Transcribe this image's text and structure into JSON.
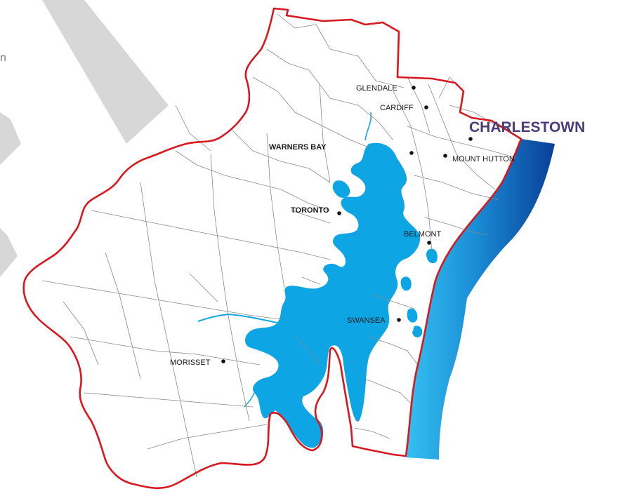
{
  "colors": {
    "boundary": "#d7181f",
    "lake": "#0ea5e4",
    "ocean_light": "#22b3ea",
    "ocean_dark": "#0a4fa3",
    "suburb_lines": "#8a8a8a",
    "watermark": "#d3d3d3",
    "highlight_label": "#4b3d7a"
  },
  "places": [
    {
      "id": "glendale",
      "label": "GLENDALE",
      "style": "normal"
    },
    {
      "id": "cardiff",
      "label": "CARDIFF",
      "style": "normal"
    },
    {
      "id": "charlestown",
      "label": "CHARLESTOWN",
      "style": "highlight"
    },
    {
      "id": "warners-bay",
      "label": "WARNERS BAY",
      "style": "bold"
    },
    {
      "id": "mount-hutton",
      "label": "MOUNT HUTTON",
      "style": "normal"
    },
    {
      "id": "toronto",
      "label": "TORONTO",
      "style": "bold"
    },
    {
      "id": "belmont",
      "label": "BELMONT",
      "style": "normal"
    },
    {
      "id": "swansea",
      "label": "SWANSEA",
      "style": "normal"
    },
    {
      "id": "morisset",
      "label": "MORISSET",
      "style": "normal"
    }
  ],
  "watermark": {
    "fragment": "n"
  }
}
